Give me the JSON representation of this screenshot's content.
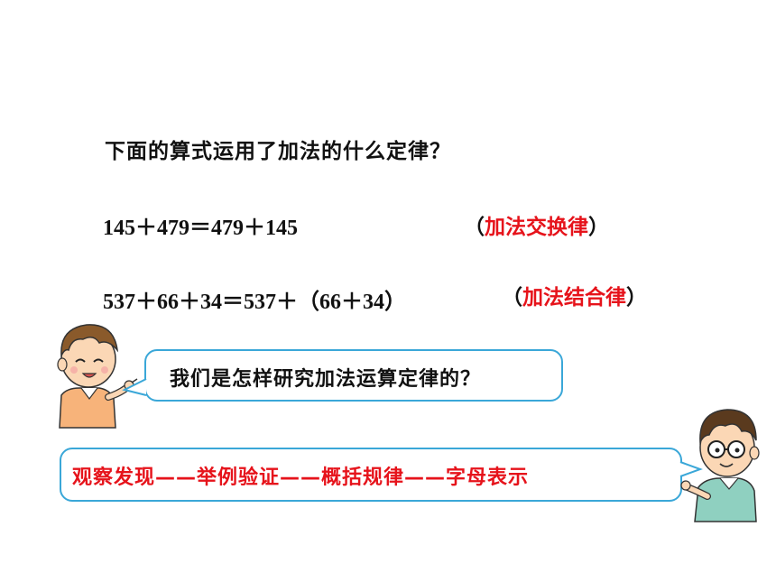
{
  "question": "下面的算式运用了加法的什么定律？",
  "equations": [
    {
      "expression": "145＋479＝479＋145",
      "law_open": "（",
      "law_name": "加法交换律",
      "law_close": "）"
    },
    {
      "expression": "537＋66＋34＝537＋（66＋34）",
      "law_open": "（",
      "law_name": "加法结合律",
      "law_close": "）"
    }
  ],
  "speech": {
    "left_boy": "我们是怎样研究加法运算定律的？",
    "right_boy": "观察发现——举例验证——概括规律——字母表示"
  },
  "colors": {
    "highlight": "#e6131b",
    "bubble_border": "#3aa7d8"
  },
  "icons": [
    "boy-character-left",
    "boy-with-glasses-character-right"
  ]
}
